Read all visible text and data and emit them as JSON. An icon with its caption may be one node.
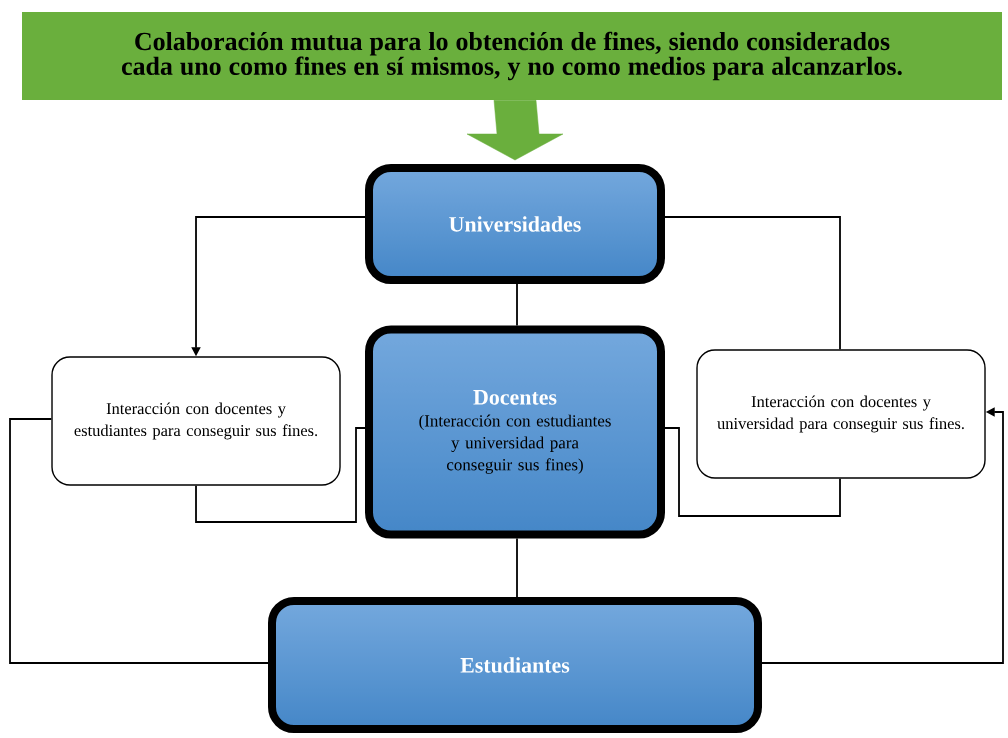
{
  "diagram": {
    "nodes": [
      {
        "text": [
          "Colaboración mutua para lo obtención de fines, siendo considerados cada uno como fines en sí mismos, y no como medios para alcanzarlos."
        ]
      },
      {
        "text": [
          "Universidades"
        ]
      },
      {
        "text": [
          "Interacción con docentes y estudiantes para conseguir sus fines."
        ]
      },
      {
        "text": [
          "Docentes",
          "(Interacción con estudiantes y universidad para conseguir sus fines)"
        ]
      },
      {
        "text": [
          "Interacción con docentes y universidad para conseguir sus fines."
        ]
      },
      {
        "text": [
          "Estudiantes"
        ]
      }
    ],
    "edges": [
      {
        "from": 0,
        "to": 1,
        "arrow": "to",
        "style": "thick",
        "color": "#6aaf3d"
      },
      {
        "from": 1,
        "to": 2,
        "arrow": "to"
      },
      {
        "from": 1,
        "to": 4,
        "arrow": "none"
      },
      {
        "from": 1,
        "to": 3,
        "arrow": "none"
      },
      {
        "from": 2,
        "to": 3,
        "arrow": "none"
      },
      {
        "from": 4,
        "to": 3,
        "arrow": "none"
      },
      {
        "from": 3,
        "to": 5,
        "arrow": "none"
      },
      {
        "from": 5,
        "to": 2,
        "arrow": "none"
      },
      {
        "from": 5,
        "to": 4,
        "arrow": "to"
      }
    ]
  }
}
